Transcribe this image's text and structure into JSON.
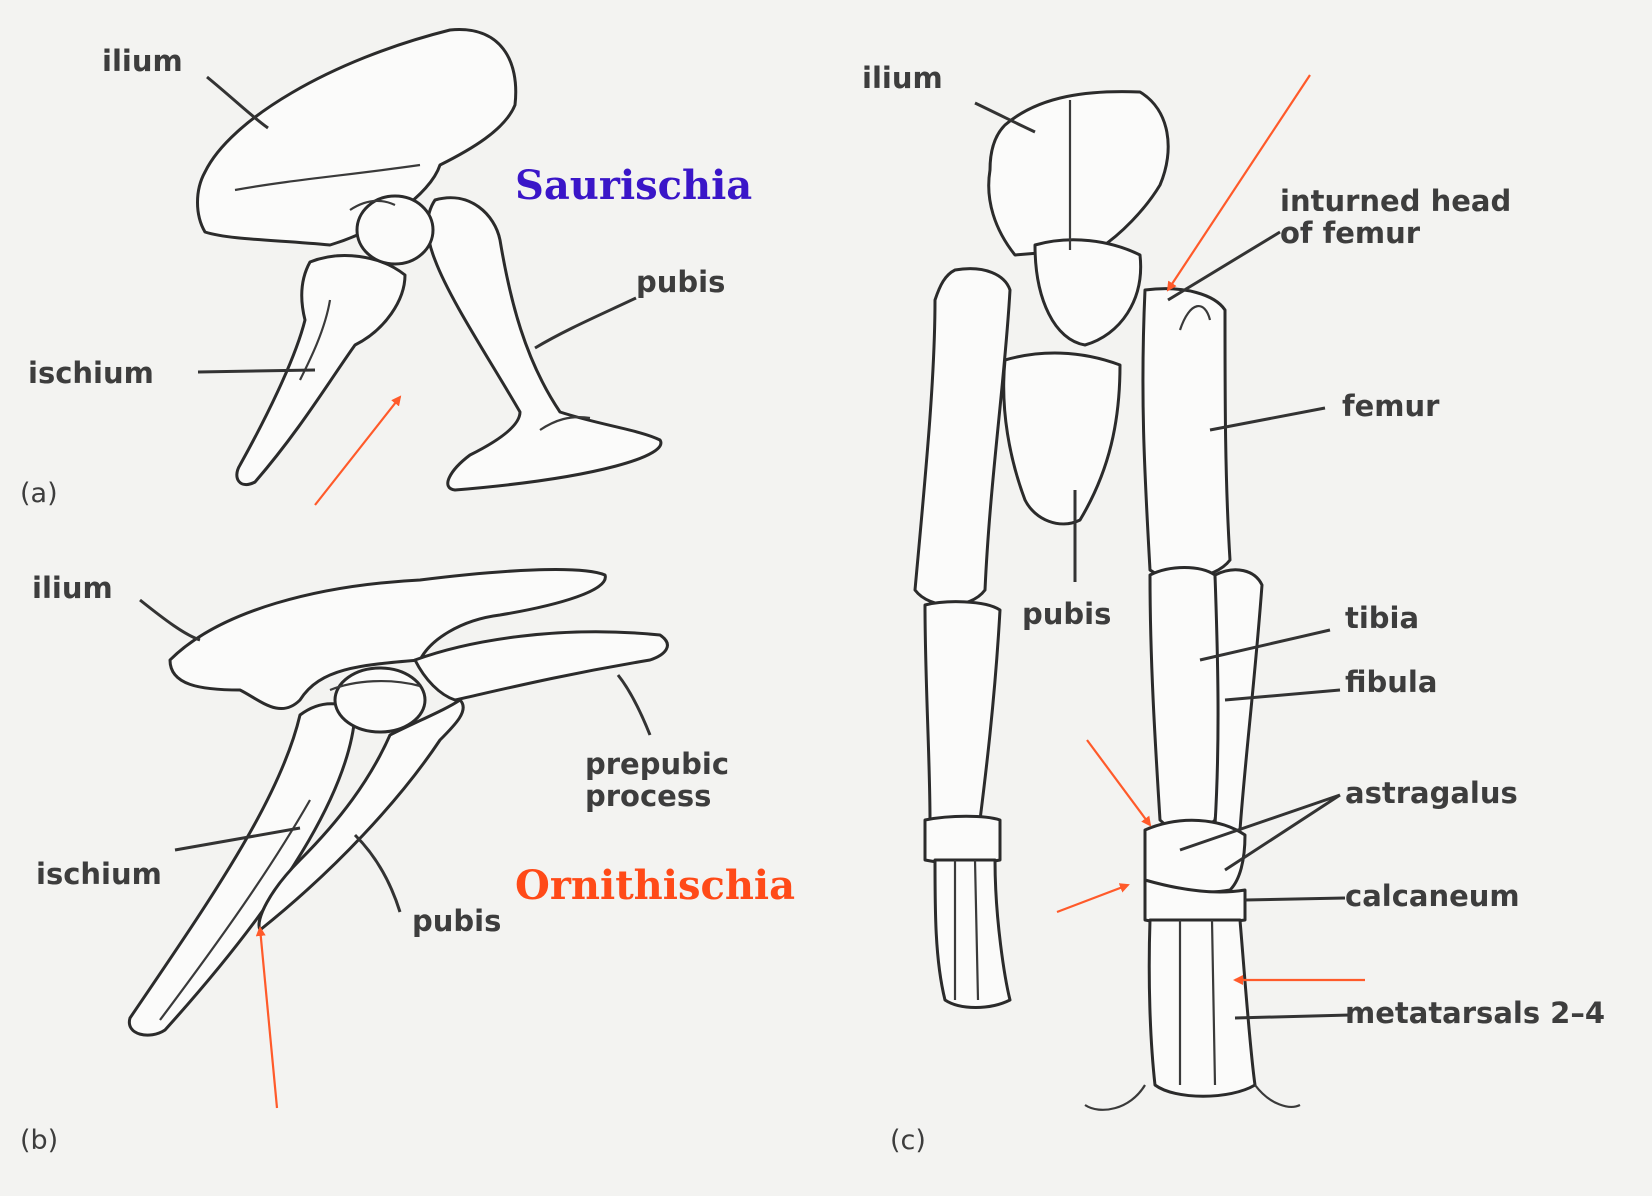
{
  "titles": {
    "saurischia": "Saurischia",
    "ornithischia": "Ornithischia"
  },
  "colors": {
    "saurischia": "#3a16c8",
    "ornithischia": "#ff4a18",
    "arrow": "#ff5a2a"
  },
  "panel_a": {
    "tag": "(a)",
    "ilium": "ilium",
    "pubis": "pubis",
    "ischium": "ischium"
  },
  "panel_b": {
    "tag": "(b)",
    "ilium": "ilium",
    "prepubic": "prepubic\nprocess",
    "ischium": "ischium",
    "pubis": "pubis"
  },
  "panel_c": {
    "tag": "(c)",
    "ilium": "ilium",
    "inturned": "inturned head\nof femur",
    "femur": "femur",
    "pubis": "pubis",
    "tibia": "tibia",
    "fibula": "fibula",
    "astragalus": "astragalus",
    "calcaneum": "calcaneum",
    "metatarsals": "metatarsals 2–4"
  }
}
